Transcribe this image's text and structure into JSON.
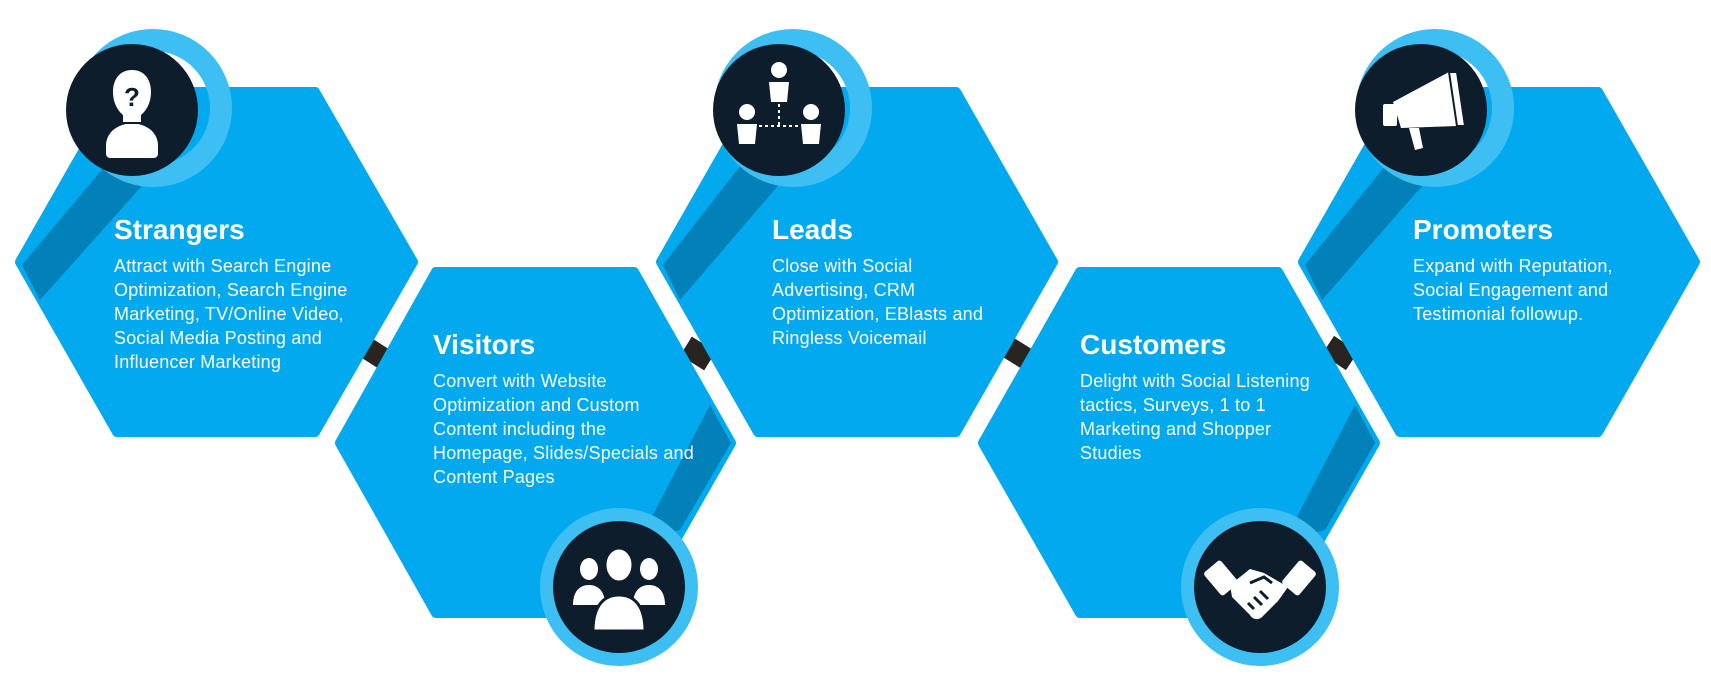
{
  "diagram": {
    "colors": {
      "hex": "#03a9ee",
      "hex_shadow": "#0280b8",
      "ring": "#3dbff3",
      "icon_circle": "#0d1d2b",
      "connector": "#2a2420",
      "text": "#ffffff"
    },
    "stages": [
      {
        "title": "Strangers",
        "description": "Attract with Search Engine Optimization, Search Engine Marketing, TV/Online Video, Social Media Posting and Influencer Marketing",
        "icon": "anonymous-person-icon"
      },
      {
        "title": "Visitors",
        "description": "Convert with Website Optimization and Custom Content including the Homepage, Slides/Specials and Content Pages",
        "icon": "group-people-icon"
      },
      {
        "title": "Leads",
        "description": "Close with Social Advertising, CRM Optimization, EBlasts and Ringless Voicemail",
        "icon": "network-people-icon"
      },
      {
        "title": "Customers",
        "description": "Delight with Social Listening tactics, Surveys, 1 to 1 Marketing and Shopper Studies",
        "icon": "handshake-icon"
      },
      {
        "title": "Promoters",
        "description": "Expand with Reputation, Social Engagement and Testimonial followup.",
        "icon": "megaphone-icon"
      }
    ]
  }
}
